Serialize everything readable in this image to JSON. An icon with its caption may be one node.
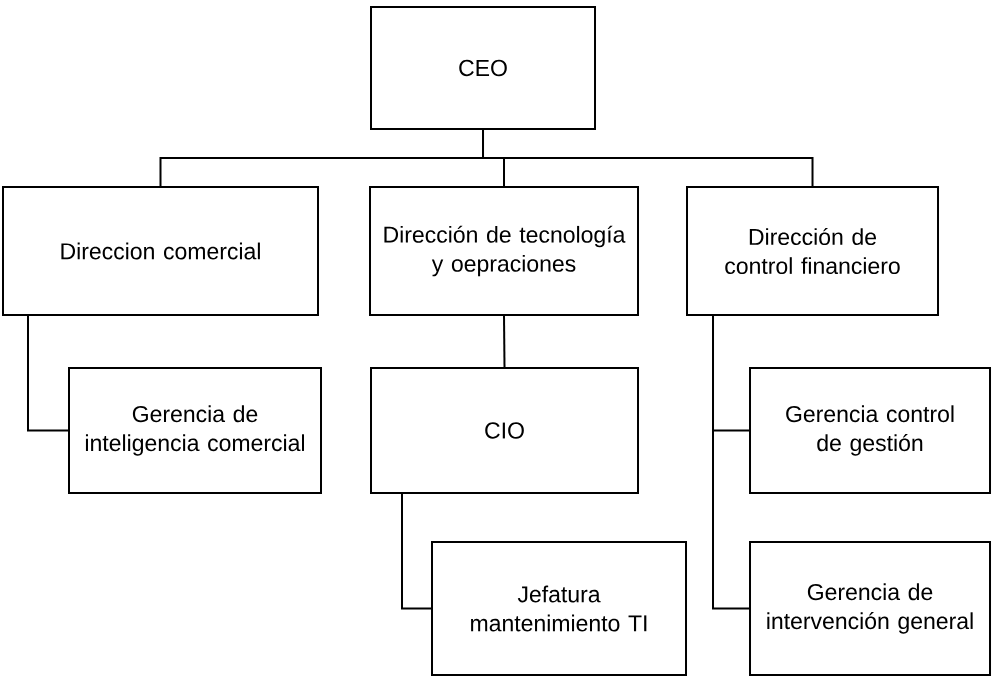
{
  "diagram": {
    "nodes": [
      {
        "text": [
          "CEO"
        ]
      },
      {
        "text": [
          "Direccion comercial"
        ]
      },
      {
        "text": [
          "Dirección de tecnología y oepraciones"
        ]
      },
      {
        "text": [
          "Dirección de control financiero"
        ]
      },
      {
        "text": [
          "Gerencia de inteligencia comercial"
        ]
      },
      {
        "text": [
          "CIO"
        ]
      },
      {
        "text": [
          "Gerencia control de gestión"
        ]
      },
      {
        "text": [
          "Jefatura mantenimiento TI"
        ]
      },
      {
        "text": [
          "Gerencia de intervención general"
        ]
      }
    ],
    "edges": [
      {
        "from": 0,
        "to": 1,
        "arrow": "none"
      },
      {
        "from": 0,
        "to": 2,
        "arrow": "none"
      },
      {
        "from": 0,
        "to": 3,
        "arrow": "none"
      },
      {
        "from": 1,
        "to": 4,
        "arrow": "none"
      },
      {
        "from": 2,
        "to": 5,
        "arrow": "none"
      },
      {
        "from": 3,
        "to": 6,
        "arrow": "none"
      },
      {
        "from": 5,
        "to": 7,
        "arrow": "none"
      },
      {
        "from": 3,
        "to": 8,
        "arrow": "none"
      }
    ]
  }
}
